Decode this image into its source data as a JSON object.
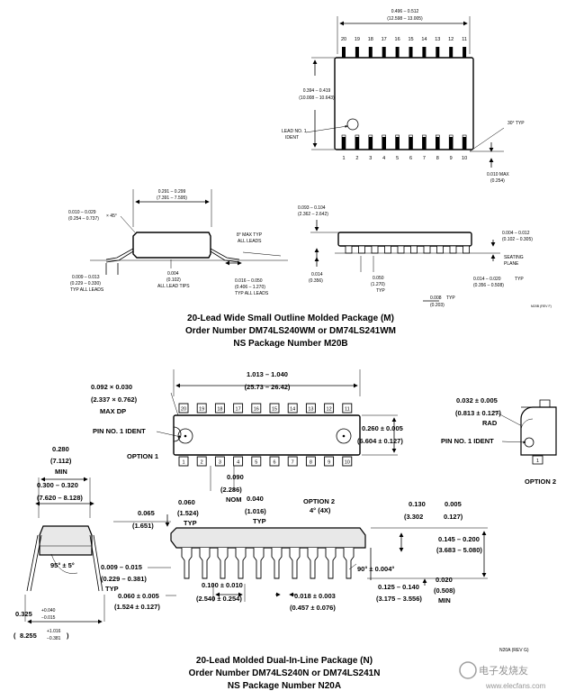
{
  "m20b": {
    "top_dim": [
      "0.496 – 0.512",
      "(12.598 – 13.005)"
    ],
    "top_pins": [
      "20",
      "19",
      "18",
      "17",
      "16",
      "15",
      "14",
      "13",
      "12",
      "11"
    ],
    "bottom_pins": [
      "1",
      "2",
      "3",
      "4",
      "5",
      "6",
      "7",
      "8",
      "9",
      "10"
    ],
    "height_dim": [
      "0.394 – 0.419",
      "(10.008 – 10.643)"
    ],
    "lead_ident": [
      "LEAD NO. 1",
      "IDENT"
    ],
    "angle_typ": "30° TYP",
    "max_dim": [
      "0.010 MAX",
      "(0.254)"
    ],
    "chamfer_dim": [
      "0.010 – 0.029",
      "(0.254 – 0.737)"
    ],
    "chamfer_suffix": "× 45°",
    "width_dim": [
      "0.291 – 0.299",
      "(7.391 – 7.595)"
    ],
    "max_angle": [
      "8° MAX TYP",
      "ALL LEADS"
    ],
    "lead_width_dim": [
      "0.009 – 0.013",
      "(0.229 – 0.330)",
      "TYP ALL LEADS"
    ],
    "tip_dim": [
      "0.004",
      "(0.102)",
      "ALL LEAD TIPS"
    ],
    "foot_dim": [
      "0.016 – 0.050",
      "(0.406 – 1.270)",
      "TYP ALL LEADS"
    ],
    "thick_dim": [
      "0.093 – 0.104",
      "(2.362 – 2.642)"
    ],
    "standoff_dim": [
      "0.004 – 0.012",
      "(0.102 – 0.305)"
    ],
    "seating_plane": [
      "SEATING",
      "PLANE"
    ],
    "lead_thick_dim": [
      "0.014",
      "(0.356)"
    ],
    "pitch_dim": [
      "0.050",
      "(1.270)",
      "TYP"
    ],
    "lead_w2_dim": [
      "0.014 – 0.020",
      "(0.356 – 0.508)"
    ],
    "lead_w2_typ": "TYP",
    "clear_dim": [
      "0.008",
      "(0.203)"
    ],
    "clear_typ": "TYP",
    "rev": "M20B (REV F)",
    "title": [
      "20-Lead Wide Small Outline Molded Package (M)",
      "Order Number DM74LS240WM or DM74LS241WM",
      "NS Package Number M20B"
    ]
  },
  "n20a": {
    "hole_dim": [
      "0.092 × 0.030",
      "(2.337 × 0.762)",
      "MAX DP"
    ],
    "length_dim": [
      "1.013 – 1.040",
      "(25.73 – 26.42)"
    ],
    "top_pins": [
      "20",
      "19",
      "18",
      "17",
      "16",
      "15",
      "14",
      "13",
      "12",
      "11"
    ],
    "bottom_pins": [
      "1",
      "2",
      "3",
      "4",
      "5",
      "6",
      "7",
      "8",
      "9",
      "10"
    ],
    "pin1_ident": "PIN NO. 1 IDENT",
    "option1": "OPTION 1",
    "width_dim": [
      "0.260 ± 0.005",
      "(6.604 ± 0.127)"
    ],
    "rad_dim": [
      "0.032 ± 0.005",
      "(0.813 ± 0.127)",
      "RAD"
    ],
    "pin1_ident2": "PIN NO. 1 IDENT",
    "option2": "OPTION 2",
    "corner_pin": "1",
    "nom_dim": [
      "0.090",
      "(2.286)",
      "NOM"
    ],
    "span_dim": [
      "0.280",
      "(7.112)",
      "MIN"
    ],
    "row_dim": [
      "0.300 – 0.320",
      "(7.620 – 8.128)"
    ],
    "angle": "95° ± 5°",
    "edge_dim": [
      "0.065",
      "(1.651)"
    ],
    "shoulder_dim": [
      "0.060",
      "(1.524)",
      "TYP"
    ],
    "end_dim": [
      "0.040",
      "(1.016)",
      "TYP"
    ],
    "option2_angle": [
      "OPTION 2",
      "4° (4X)"
    ],
    "height_dim": [
      "0.130",
      "(3.302",
      "0.005",
      "0.127)"
    ],
    "seat_dim": [
      "0.145 – 0.200",
      "(3.683 – 5.080)"
    ],
    "lead_thk_dim": [
      "0.009 – 0.015",
      "(0.229 – 0.381)",
      "TYP"
    ],
    "ninety": "90° ± 0.004°",
    "min_dim": [
      "0.020",
      "(0.508)",
      "MIN"
    ],
    "pitch_dim": [
      "0.100 ± 0.010",
      "(2.540 ± 0.254)"
    ],
    "lead_dia_dim": [
      "0.018 ± 0.003",
      "(0.457 ± 0.076)"
    ],
    "lead_len_dim": [
      "0.125 – 0.140",
      "(3.175 – 3.556)"
    ],
    "foot_dim": [
      "0.060 ± 0.005",
      "(1.524 ± 0.127)"
    ],
    "overall_dim": [
      "0.325",
      "+0.040",
      "−0.015",
      "8.255",
      "+1.016",
      "−0.381"
    ],
    "rev": "N20A (REV G)",
    "title": [
      "20-Lead Molded Dual-In-Line Package (N)",
      "Order Number DM74LS240N or DM74LS241N",
      "NS Package Number N20A"
    ]
  },
  "watermark": "电子发烧友",
  "watermark_url": "www.elecfans.com"
}
